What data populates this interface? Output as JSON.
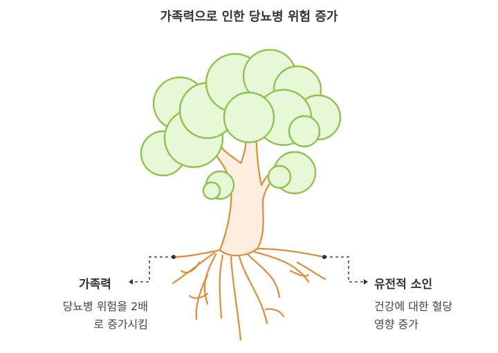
{
  "title": "가족력으로 인한 당뇨병 위험 증가",
  "left": {
    "heading": "가족력",
    "body_lines": [
      "당뇨병 위험을 2배",
      "로 증가시킴"
    ]
  },
  "right": {
    "heading": "유전적 소인",
    "body_lines": [
      "건강에 대한 혈당",
      "영향 증가"
    ]
  },
  "colors": {
    "foliage_fill": "#e9f7d9",
    "foliage_stroke": "#8bc34a",
    "trunk_fill": "#fdeee0",
    "trunk_stroke": "#e08a36",
    "connector": "#444444"
  },
  "icons": {
    "tree": "tree-illustration"
  }
}
